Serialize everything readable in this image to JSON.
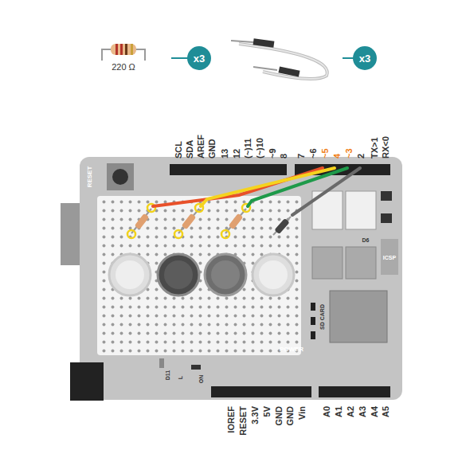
{
  "diagram": {
    "nodes": [
      {
        "text": [
          "x3"
        ]
      },
      {
        "text": [
          "x3"
        ]
      }
    ],
    "labels": [
      "220 Ω",
      "RESET",
      "SCL",
      "SDA",
      "AREF",
      "GND",
      "13",
      "12",
      "(~)11",
      "(~)10",
      "~9",
      "8",
      "7",
      "~6",
      "~5",
      "4",
      "~3",
      "2",
      "TX>1",
      "RX<0",
      "IOREF",
      "RESET",
      "3.3V",
      "5V",
      "GND",
      "GND",
      "Vin",
      "A0",
      "A1",
      "A2",
      "A3",
      "A4",
      "A5",
      "POWER",
      "SD CARD",
      "ICSP",
      "D6",
      "D11",
      "ON",
      "L"
    ]
  }
}
